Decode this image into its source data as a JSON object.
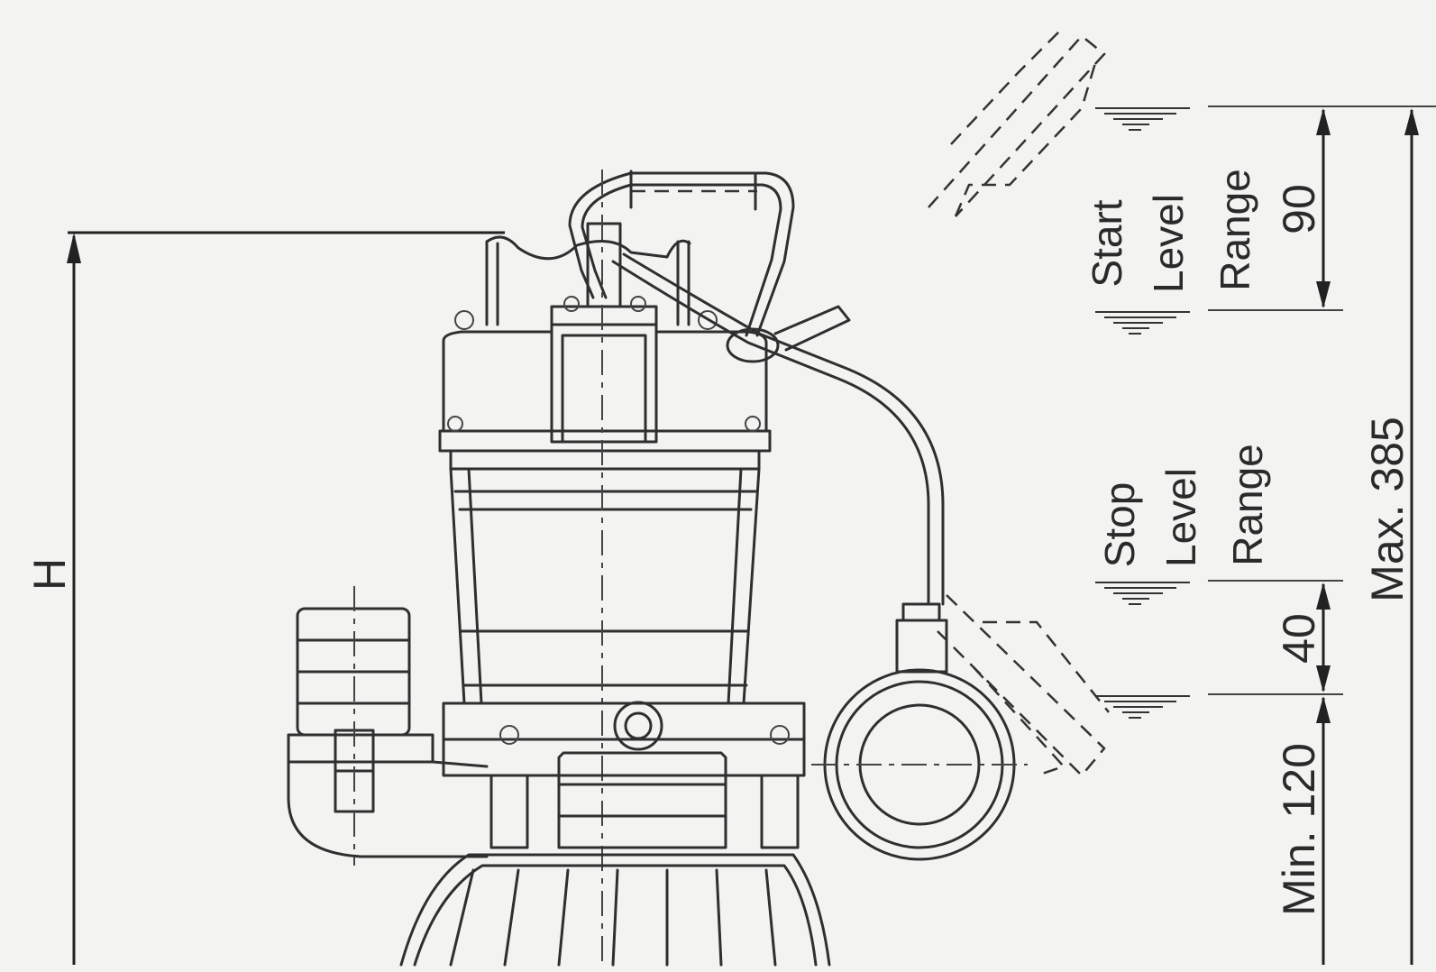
{
  "labels": {
    "height": "H",
    "start_word": "Start",
    "level_word": "Level",
    "range_word": "Range",
    "start_value": "90",
    "stop_word": "Stop",
    "stop_value": "40",
    "min_value": "Min. 120",
    "max_value": "Max. 385"
  }
}
